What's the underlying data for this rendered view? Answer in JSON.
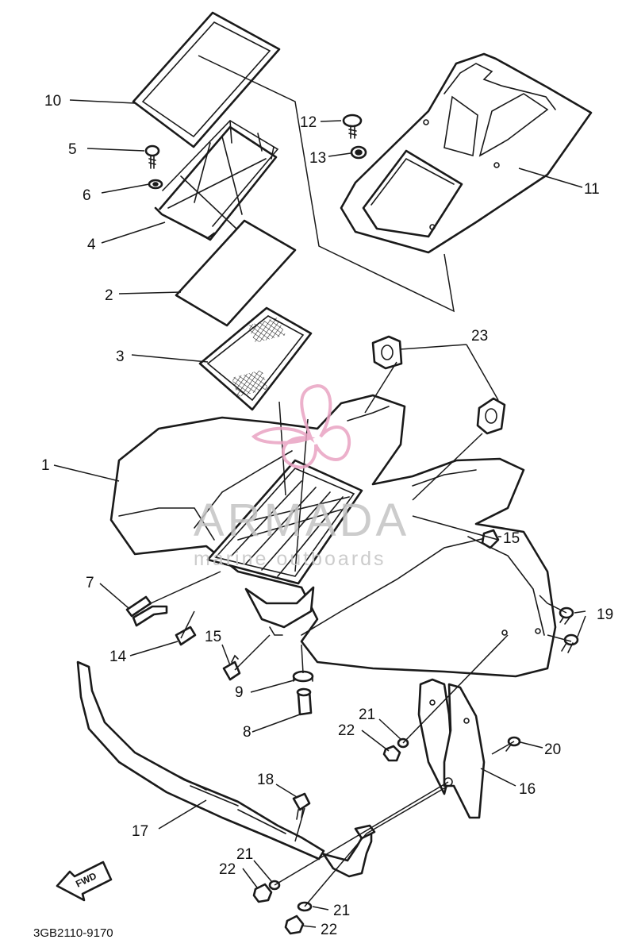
{
  "diagram": {
    "drawing_code": "3GB2110-9170",
    "direction_label": "FWD",
    "watermark": {
      "name": "ARMADA",
      "tagline": "marine outboards",
      "color": "#e9a3c2"
    },
    "callouts": [
      {
        "id": "10",
        "text": "10"
      },
      {
        "id": "12",
        "text": "12"
      },
      {
        "id": "13",
        "text": "13"
      },
      {
        "id": "5",
        "text": "5"
      },
      {
        "id": "6",
        "text": "6"
      },
      {
        "id": "4",
        "text": "4"
      },
      {
        "id": "11",
        "text": "11"
      },
      {
        "id": "2",
        "text": "2"
      },
      {
        "id": "3",
        "text": "3"
      },
      {
        "id": "23",
        "text": "23"
      },
      {
        "id": "1",
        "text": "1"
      },
      {
        "id": "15a",
        "text": "15"
      },
      {
        "id": "7",
        "text": "7"
      },
      {
        "id": "19",
        "text": "19"
      },
      {
        "id": "14",
        "text": "14"
      },
      {
        "id": "15b",
        "text": "15"
      },
      {
        "id": "9",
        "text": "9"
      },
      {
        "id": "8",
        "text": "8"
      },
      {
        "id": "21a",
        "text": "21"
      },
      {
        "id": "22a",
        "text": "22"
      },
      {
        "id": "20",
        "text": "20"
      },
      {
        "id": "16",
        "text": "16"
      },
      {
        "id": "18",
        "text": "18"
      },
      {
        "id": "17",
        "text": "17"
      },
      {
        "id": "21b",
        "text": "21"
      },
      {
        "id": "22b",
        "text": "22"
      },
      {
        "id": "21c",
        "text": "21"
      },
      {
        "id": "22c",
        "text": "22"
      }
    ]
  }
}
